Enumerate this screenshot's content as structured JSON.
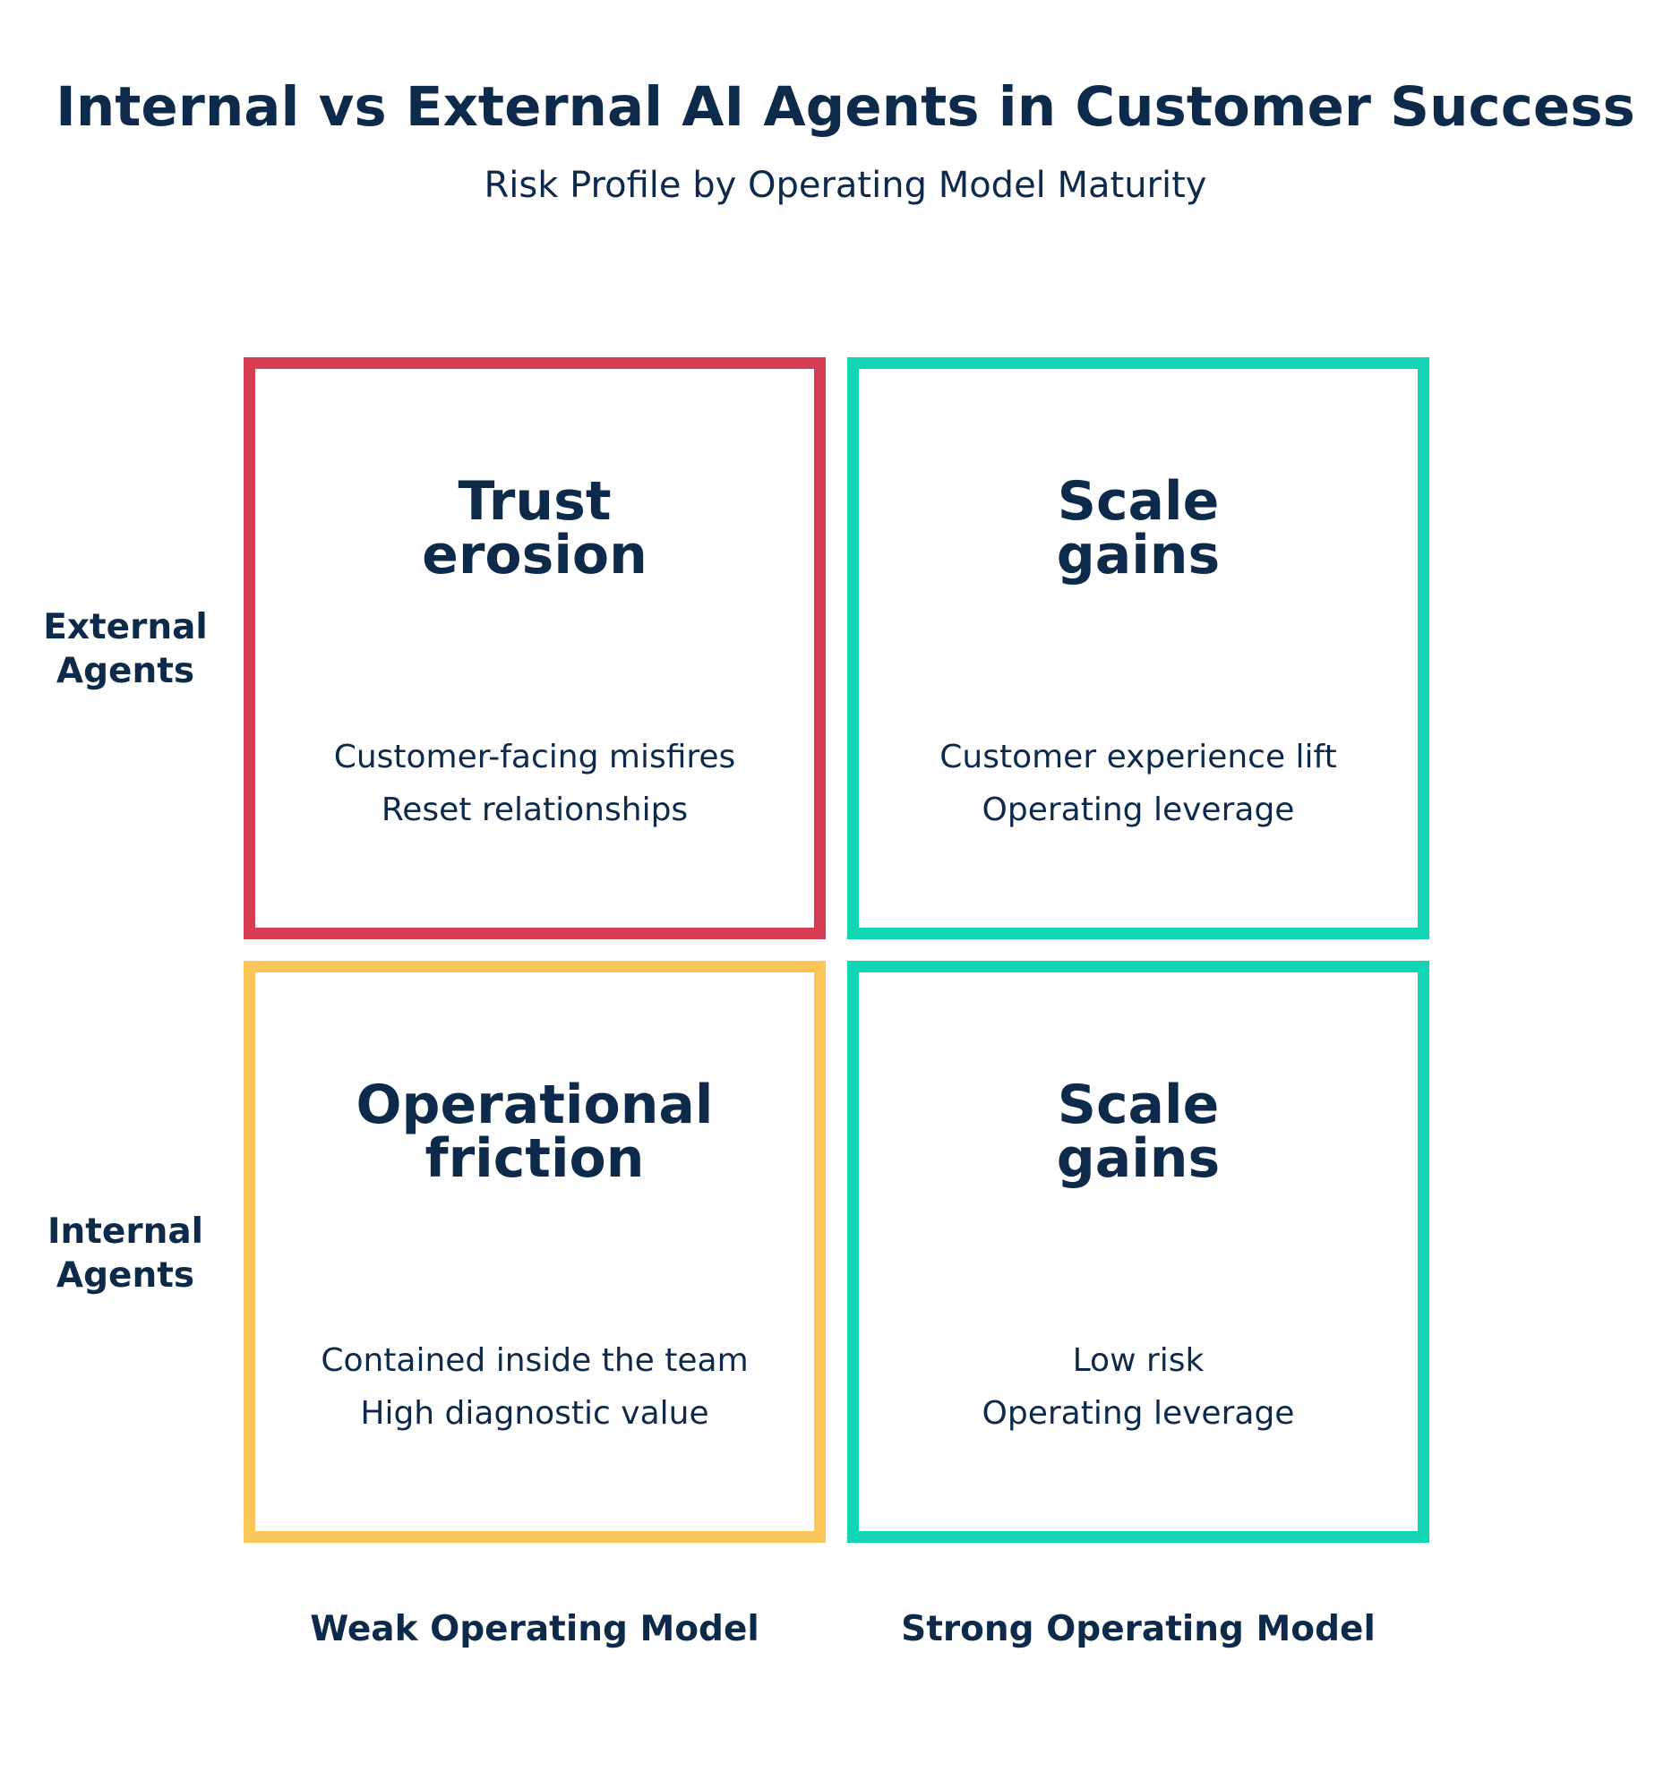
{
  "title": "Internal vs External AI Agents in Customer Success",
  "subtitle": "Risk Profile by Operating Model Maturity",
  "rows": [
    {
      "label": "External\nAgents"
    },
    {
      "label": "Internal\nAgents"
    }
  ],
  "columns": [
    {
      "label": "Weak Operating Model"
    },
    {
      "label": "Strong Operating Model"
    }
  ],
  "quadrants": {
    "external_weak": {
      "heading": "Trust\nerosion",
      "lines": [
        "Customer-facing misfires",
        "Reset relationships"
      ],
      "color": "#d63d52"
    },
    "external_strong": {
      "heading": "Scale\ngains",
      "lines": [
        "Customer experience lift",
        "Operating leverage"
      ],
      "color": "#11d6b4"
    },
    "internal_weak": {
      "heading": "Operational\nfriction",
      "lines": [
        "Contained inside the team",
        "High diagnostic value"
      ],
      "color": "#fcc558"
    },
    "internal_strong": {
      "heading": "Scale\ngains",
      "lines": [
        "Low risk",
        "Operating leverage"
      ],
      "color": "#11d6b4"
    }
  },
  "text_color": "#0d2a4a"
}
